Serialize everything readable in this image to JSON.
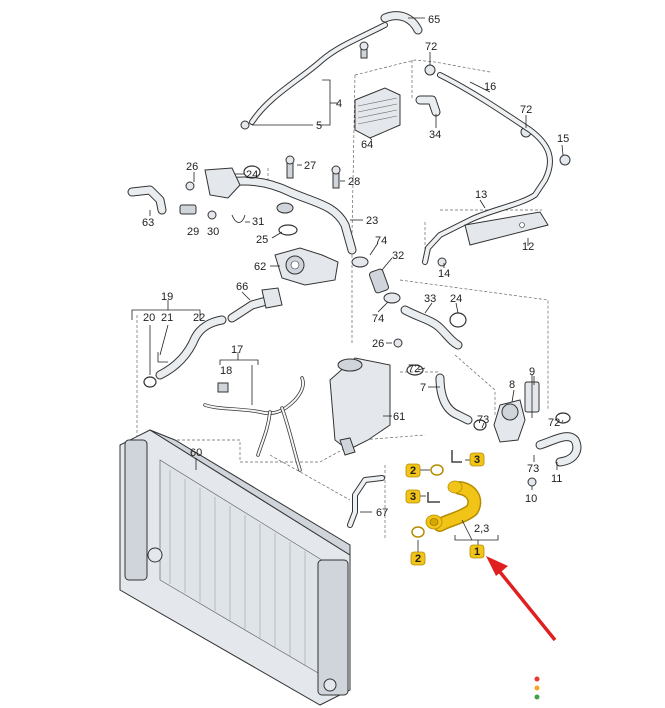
{
  "callouts": {
    "c65": "65",
    "c72a": "72",
    "c16": "16",
    "c72b": "72",
    "c15": "15",
    "c4": "4",
    "c5": "5",
    "c64": "64",
    "c34": "34",
    "c26a": "26",
    "c24a": "24",
    "c27": "27",
    "c28": "28",
    "c63": "63",
    "c29": "29",
    "c30": "30",
    "c31": "31",
    "c25": "25",
    "c23": "23",
    "c13": "13",
    "c12": "12",
    "c14": "14",
    "c74a": "74",
    "c62": "62",
    "c32": "32",
    "c66": "66",
    "c33": "33",
    "c24b": "24",
    "c74b": "74",
    "c19": "19",
    "c20": "20",
    "c21": "21",
    "c22": "22",
    "c26b": "26",
    "c17": "17",
    "c18": "18",
    "c72c": "72",
    "c9": "9",
    "c8": "8",
    "c7": "7",
    "c61": "61",
    "c72d": "72",
    "c73a": "73",
    "c73b": "73",
    "c11": "11",
    "c10": "10",
    "c60": "60",
    "c67": "67"
  },
  "highlighted": {
    "h2a": "2",
    "h3a": "3",
    "h3b": "3",
    "h2b": "2",
    "h1": "1",
    "h23": "2,3"
  },
  "colors": {
    "highlight_part": "#f2c417",
    "highlight_outline": "#b58d00",
    "arrow": "#e02020",
    "dot_red": "#e53935",
    "dot_amber": "#f5a623",
    "dot_green": "#43a047"
  }
}
